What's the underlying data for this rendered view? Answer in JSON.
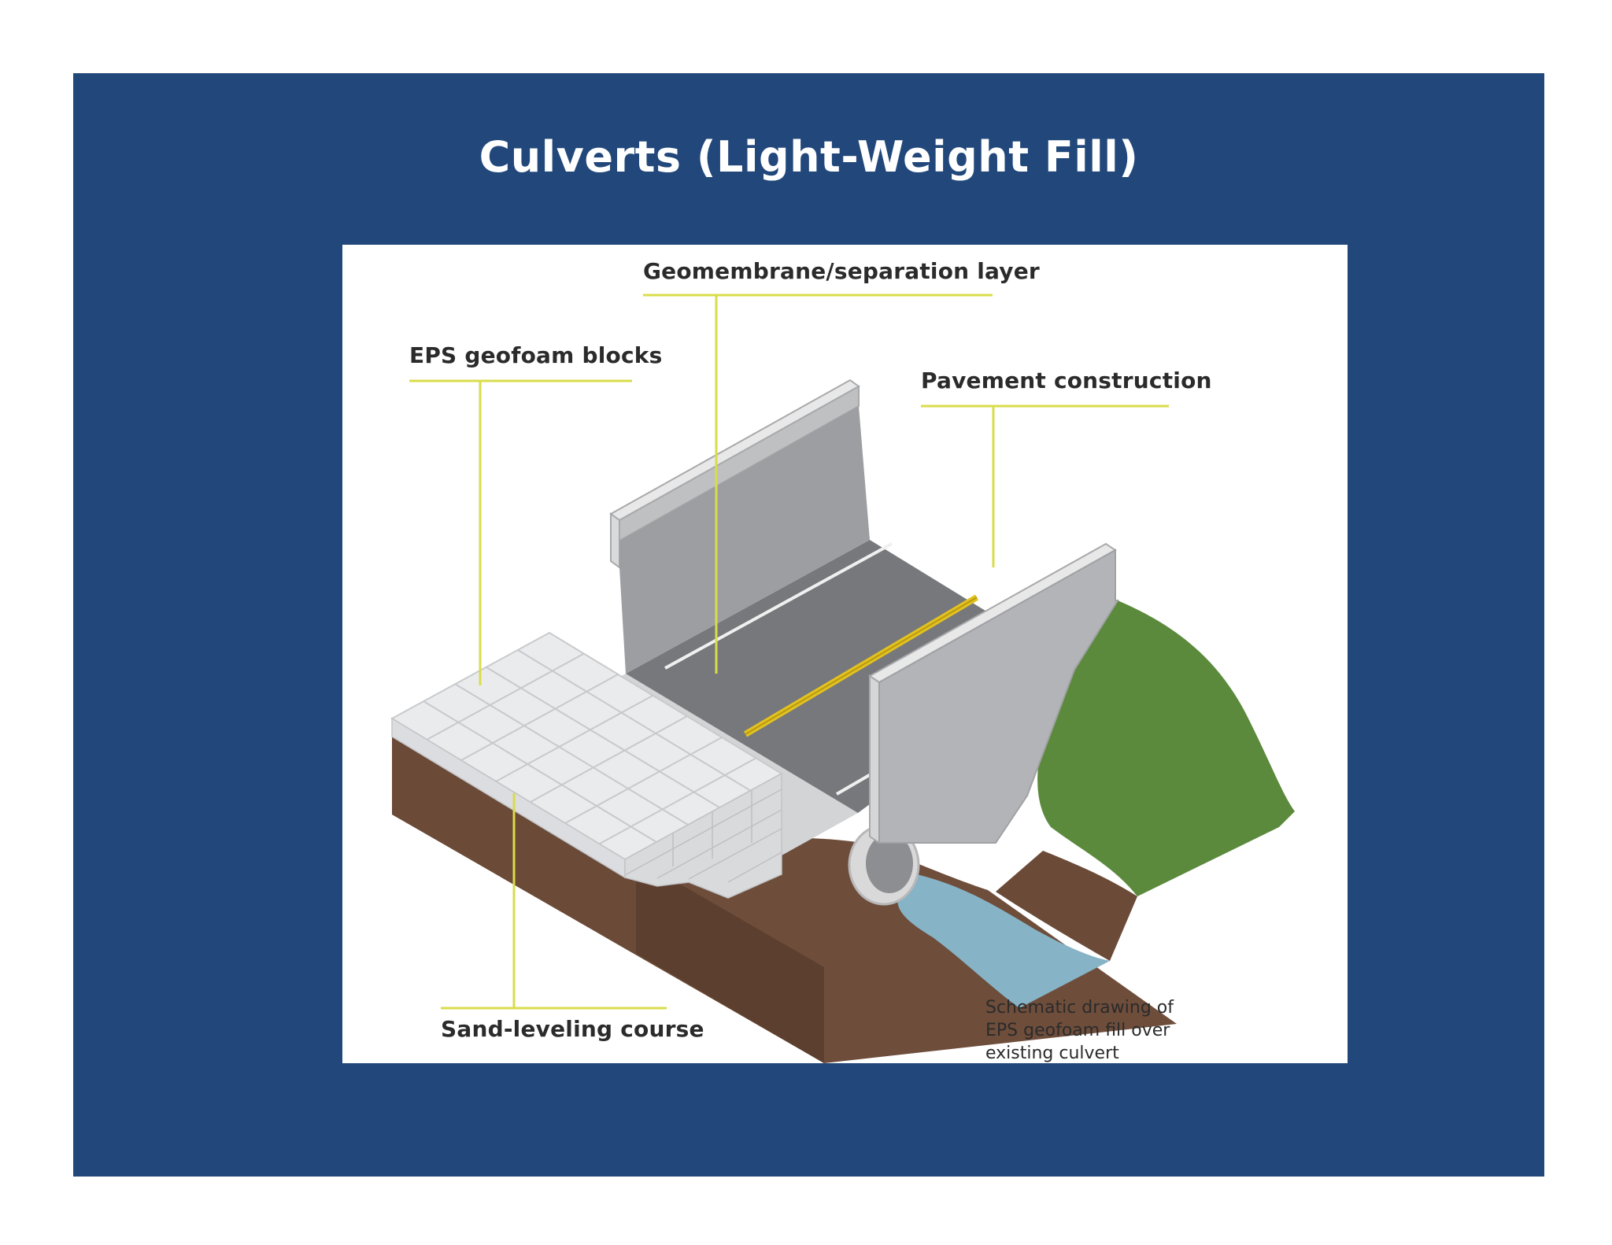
{
  "slide": {
    "title": "Culverts (Light-Weight Fill)",
    "background_color": "#22487b"
  },
  "diagram": {
    "labels": {
      "geomembrane": "Geomembrane/separation layer",
      "eps_blocks": "EPS geofoam blocks",
      "pavement": "Pavement construction",
      "sand_leveling": "Sand-leveling course"
    },
    "caption": {
      "line1": "Schematic drawing of",
      "line2": "EPS geofoam fill over",
      "line3": "existing culvert"
    },
    "colors": {
      "leader_line": "#d9dc4a",
      "soil": "#6b4a37",
      "grass": "#5b8a3c",
      "asphalt": "#76787b",
      "geofoam": "#eaebed",
      "water": "#86b3c6",
      "center_stripe": "#e3c21f"
    }
  }
}
